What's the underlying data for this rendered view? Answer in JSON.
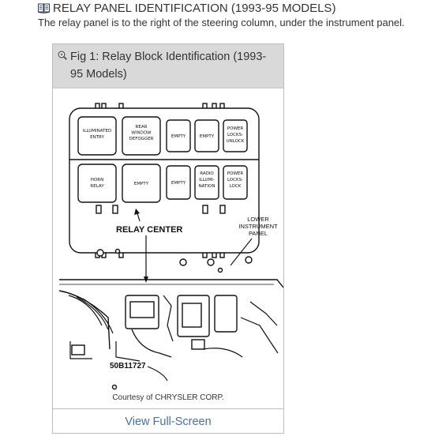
{
  "heading": {
    "icon": "book-icon",
    "title": "RELAY PANEL IDENTIFICATION (1993-95 MODELS)"
  },
  "description": "The relay panel is to the right of the steering column, under the instrument panel.",
  "figure": {
    "zoom_icon": "zoom-in-icon",
    "title": "Fig 1: Relay Block Identification (1993-95 Models)",
    "diagram": {
      "relay_labels": {
        "illuminated_entry": [
          "ILLUMINATED",
          "ENTRY"
        ],
        "rear_window_defogger": [
          "REAR",
          "WINDOW",
          "DEFOGGER"
        ],
        "empty_top_1": [
          "EMPTY"
        ],
        "empty_top_2": [
          "EMPTY"
        ],
        "power_locks_unlock": [
          "POWER",
          "LOCKS-",
          "UNLOCK"
        ],
        "horn_relay": [
          "HORN",
          "RELAY"
        ],
        "empty_bottom_large": [
          "EMPTY"
        ],
        "empty_bottom_small": [
          "EMPTY"
        ],
        "radio_illumination": [
          "RADIO",
          "ILLUMI-",
          "NATION"
        ],
        "power_locks_lock": [
          "POWER",
          "LOCKS-",
          "LOCK"
        ]
      },
      "callout_relay_center": "RELAY CENTER",
      "callout_panel": [
        "LOWER",
        "INSTRUMENT",
        "PANEL"
      ],
      "figure_code": "50B11727"
    },
    "credit": "Courtesy of CHRYSLER CORP.",
    "fullscreen_label": "View Full-Screen"
  }
}
